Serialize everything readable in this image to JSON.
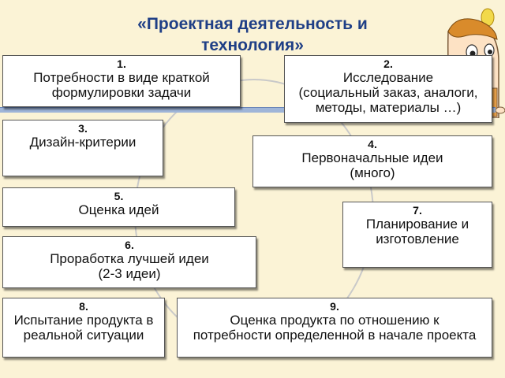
{
  "slide": {
    "title_lines": [
      "«Проектная деятельность и",
      "технология»"
    ]
  },
  "steps": [
    {
      "number": "1.",
      "lines": [
        "Потребности в виде краткой",
        "формулировки задачи"
      ]
    },
    {
      "number": "2.",
      "lines": [
        "Исследование",
        "(социальный заказ, аналоги,",
        "методы, материалы …)"
      ]
    },
    {
      "number": "3.",
      "lines": [
        "Дизайн-критерии"
      ]
    },
    {
      "number": "4.",
      "lines": [
        "Первоначальные идеи",
        "(много)"
      ]
    },
    {
      "number": "5.",
      "lines": [
        "Оценка идей"
      ]
    },
    {
      "number": "6.",
      "lines": [
        "Проработка лучшей идеи",
        "(2-3 идеи)"
      ]
    },
    {
      "number": "7.",
      "lines": [
        "Планирование и",
        "изготовление"
      ]
    },
    {
      "number": "8.",
      "lines": [
        "Испытание продукта в",
        "реальной ситуации"
      ]
    },
    {
      "number": "9.",
      "lines": [
        "Оценка продукта по отношению к",
        "потребности определенной в начале проекта"
      ]
    }
  ],
  "colors": {
    "background": "#fbf3d6",
    "title": "#1f3f86",
    "box_border": "#555555",
    "band": "#9fb5d8"
  },
  "decorations": {
    "illustration": "cartoon-girl-icon"
  }
}
